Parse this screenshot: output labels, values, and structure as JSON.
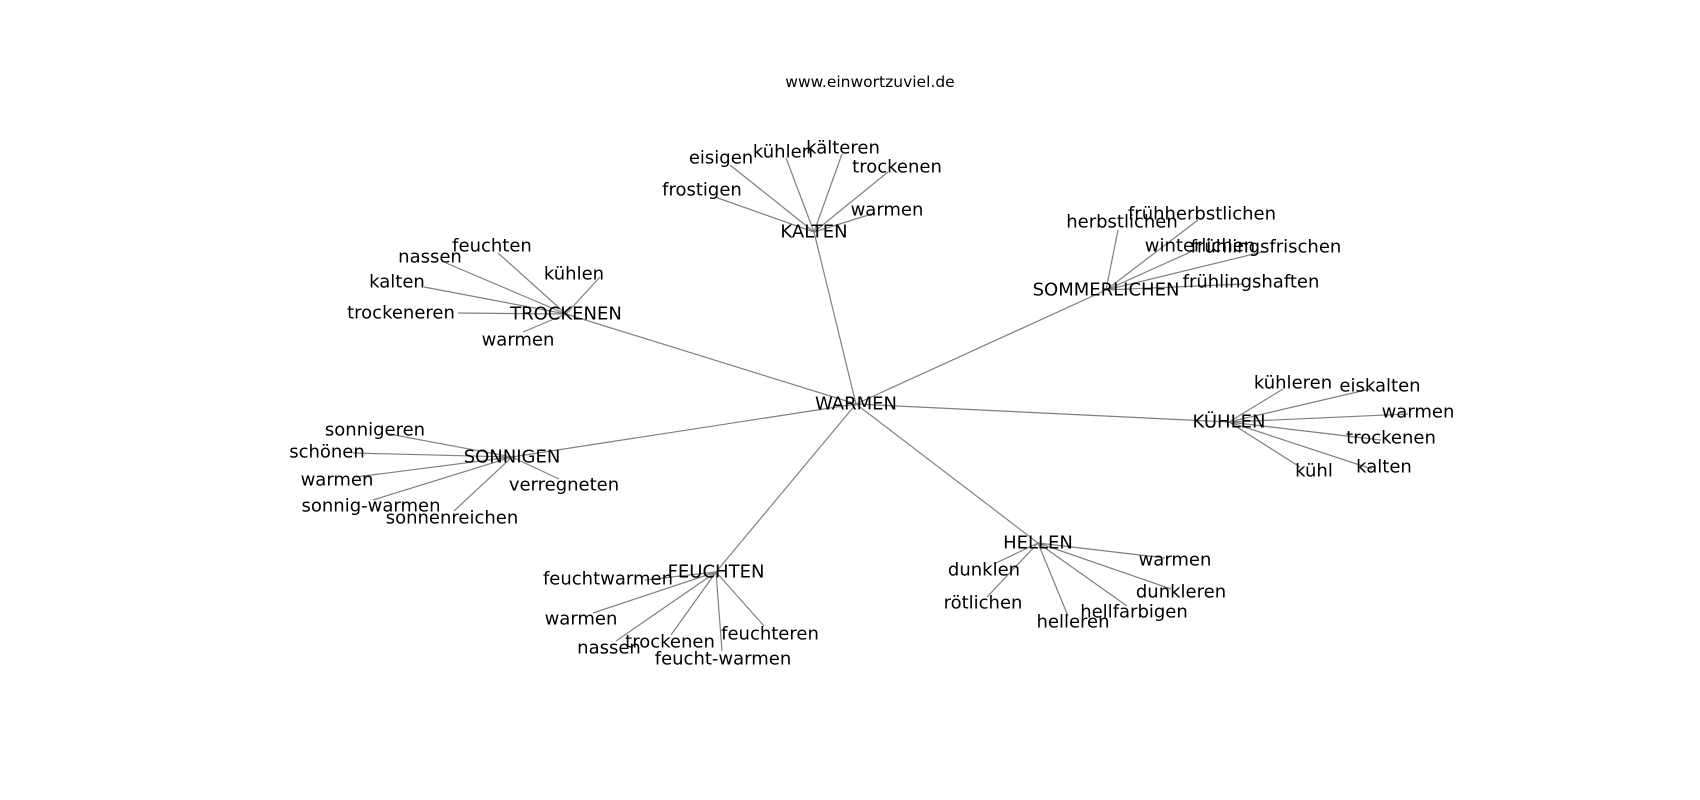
{
  "title": "www.einwortzuviel.de",
  "root": "WARMEN",
  "clusters": [
    {
      "hub": "KALTEN",
      "leaves": [
        "frostigen",
        "eisigen",
        "kühlen",
        "kälteren",
        "trockenen",
        "warmen"
      ]
    },
    {
      "hub": "SOMMERLICHEN",
      "leaves": [
        "herbstlichen",
        "frühherbstlichen",
        "winterlichen",
        "frühlingsfrischen",
        "frühlingshaften"
      ]
    },
    {
      "hub": "TROCKENEN",
      "leaves": [
        "feuchten",
        "nassen",
        "kalten",
        "trockeneren",
        "warmen",
        "kühlen"
      ]
    },
    {
      "hub": "KÜHLEN",
      "leaves": [
        "kühleren",
        "eiskalten",
        "warmen",
        "trockenen",
        "kalten",
        "kühl"
      ]
    },
    {
      "hub": "SONNIGEN",
      "leaves": [
        "sonnigeren",
        "schönen",
        "warmen",
        "sonnig-warmen",
        "sonnenreichen",
        "verregneten"
      ]
    },
    {
      "hub": "FEUCHTEN",
      "leaves": [
        "feuchtwarmen",
        "warmen",
        "nassen",
        "trockenen",
        "feucht-warmen",
        "feuchteren"
      ]
    },
    {
      "hub": "HELLEN",
      "leaves": [
        "dunklen",
        "rötlichen",
        "helleren",
        "hellfarbigen",
        "dunkleren",
        "warmen"
      ]
    }
  ]
}
